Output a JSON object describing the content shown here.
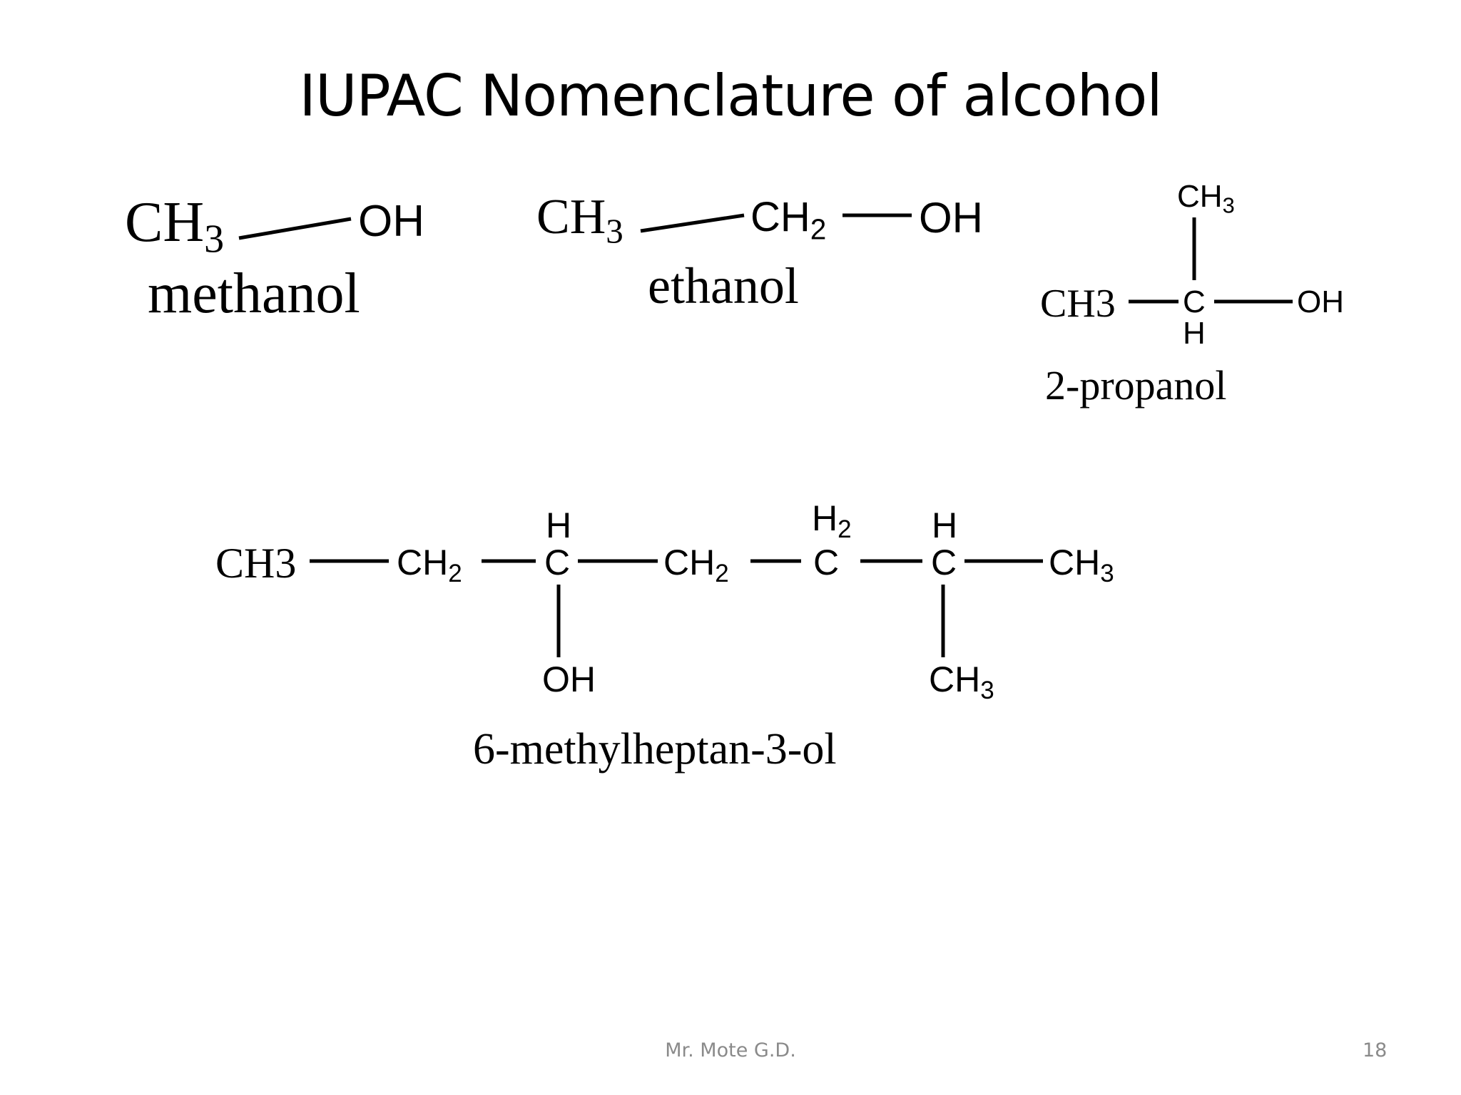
{
  "slide": {
    "title": "IUPAC Nomenclature of alcohol",
    "footer_author": "Mr. Mote G.D.",
    "page_number": "18"
  },
  "molecules": {
    "methanol": {
      "ch3": "CH",
      "ch3_sub": "3",
      "oh": "OH",
      "name": "methanol"
    },
    "ethanol": {
      "ch3": "CH",
      "ch3_sub": "3",
      "ch2": "CH",
      "ch2_sub": "2",
      "oh": "OH",
      "name": "ethanol"
    },
    "propanol": {
      "top_ch3": "CH",
      "top_ch3_sub": "3",
      "left_ch3": "CH3",
      "c": "C",
      "h": "H",
      "oh": "OH",
      "name": "2-propanol"
    },
    "methylheptanol": {
      "c1": "CH3",
      "c2": "CH",
      "c2_sub": "2",
      "c3_h": "H",
      "c3": "C",
      "c4": "CH",
      "c4_sub": "2",
      "c5_h": "H",
      "c5_h_sub": "2",
      "c5": "C",
      "c6_h": "H",
      "c6": "C",
      "c7": "CH",
      "c7_sub": "3",
      "oh": "OH",
      "branch": "CH",
      "branch_sub": "3",
      "name": "6-methylheptan-3-ol"
    }
  }
}
